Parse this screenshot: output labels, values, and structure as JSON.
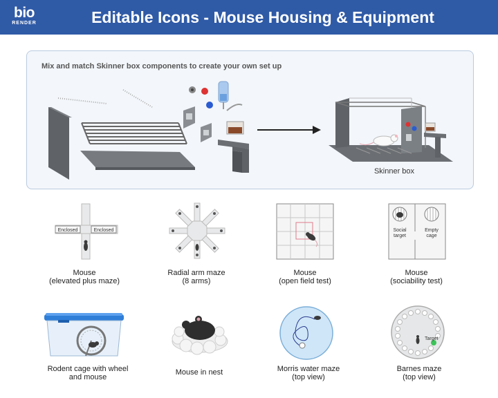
{
  "header": {
    "logo_top": "bio",
    "logo_bottom": "RENDER",
    "title": "Editable Icons - Mouse Housing & Equipment",
    "bg_color": "#2f5aa6"
  },
  "skinner_panel": {
    "caption": "Mix and match Skinner box components to create your own set up",
    "result_label": "Skinner box"
  },
  "items": [
    {
      "line1": "Mouse",
      "line2": "(elevated plus maze)",
      "tags": [
        "Enclosed",
        "Enclosed"
      ]
    },
    {
      "line1": "Radial arm maze",
      "line2": "(8 arms)"
    },
    {
      "line1": "Mouse",
      "line2": "(open field test)"
    },
    {
      "line1": "Mouse",
      "line2": "(sociability test)",
      "tags": [
        "Social",
        "target",
        "Empty",
        "cage"
      ]
    },
    {
      "line1": "Rodent cage with wheel",
      "line2": "and mouse"
    },
    {
      "line1": "Mouse in nest",
      "line2": ""
    },
    {
      "line1": "Morris water maze",
      "line2": "(top view)"
    },
    {
      "line1": "Barnes maze",
      "line2": "(top view)",
      "tags": [
        "Target"
      ]
    }
  ]
}
